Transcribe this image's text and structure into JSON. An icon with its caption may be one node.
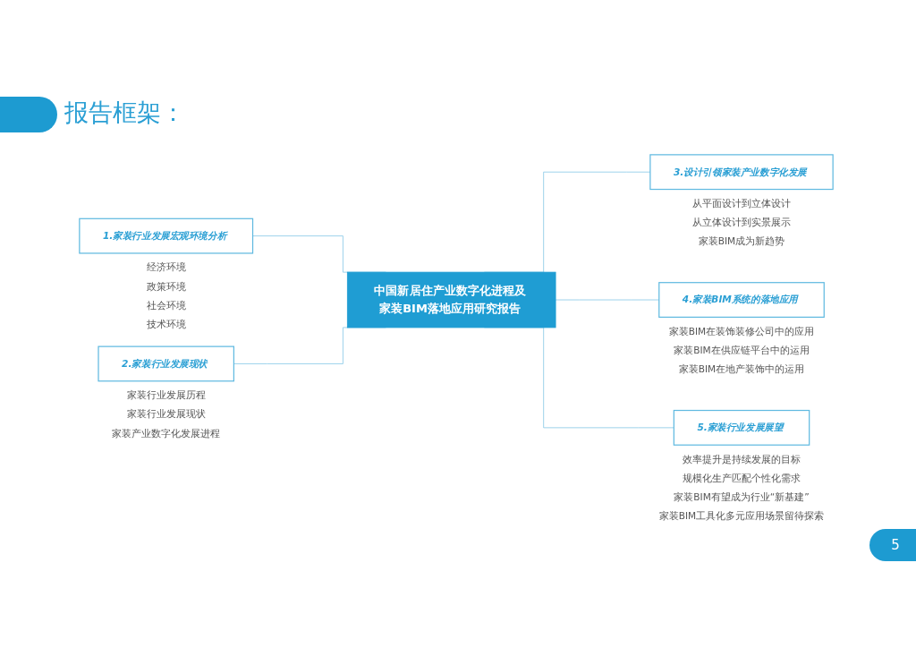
{
  "diagram": {
    "title": "报告框架：",
    "nodes": [
      {
        "text": [
          "中国新居住产业数字化进程及家装BIM落地应用研究报告"
        ]
      },
      {
        "text": [
          "1.家装行业发展宏观环境分析"
        ],
        "beside": [
          "经济环境",
          "政策环境",
          "社会环境",
          "技术环境"
        ]
      },
      {
        "text": [
          "2.家装行业发展现状"
        ],
        "beside": [
          "家装行业发展历程",
          "家装行业发展现状",
          "家装产业数字化发展进程"
        ]
      },
      {
        "text": [
          "3.设计引领家装产业数字化发展"
        ],
        "beside": [
          "从平面设计到立体设计",
          "从立体设计到实景展示",
          "家装BIM成为新趋势"
        ]
      },
      {
        "text": [
          "4.家装BIM系统的落地应用"
        ],
        "beside": [
          "家装BIM在装饰装修公司中的应用",
          "家装BIM在供应链平台中的运用",
          "家装BIM在地产装饰中的运用"
        ]
      },
      {
        "text": [
          "5.家装行业发展展望"
        ],
        "beside": [
          "效率提升是持续发展的目标",
          "规模化生产匹配个性化需求",
          "家装BIM有望成为行业“新基建”",
          "家装BIM工具化多元应用场景留待探索"
        ]
      }
    ],
    "edges": [
      {
        "from": 1,
        "to": 0,
        "arrow": "none"
      },
      {
        "from": 2,
        "to": 0,
        "arrow": "none"
      },
      {
        "from": 0,
        "to": 3,
        "arrow": "none"
      },
      {
        "from": 0,
        "to": 4,
        "arrow": "none"
      },
      {
        "from": 0,
        "to": 5,
        "arrow": "none"
      }
    ],
    "labels": [
      "5"
    ]
  }
}
